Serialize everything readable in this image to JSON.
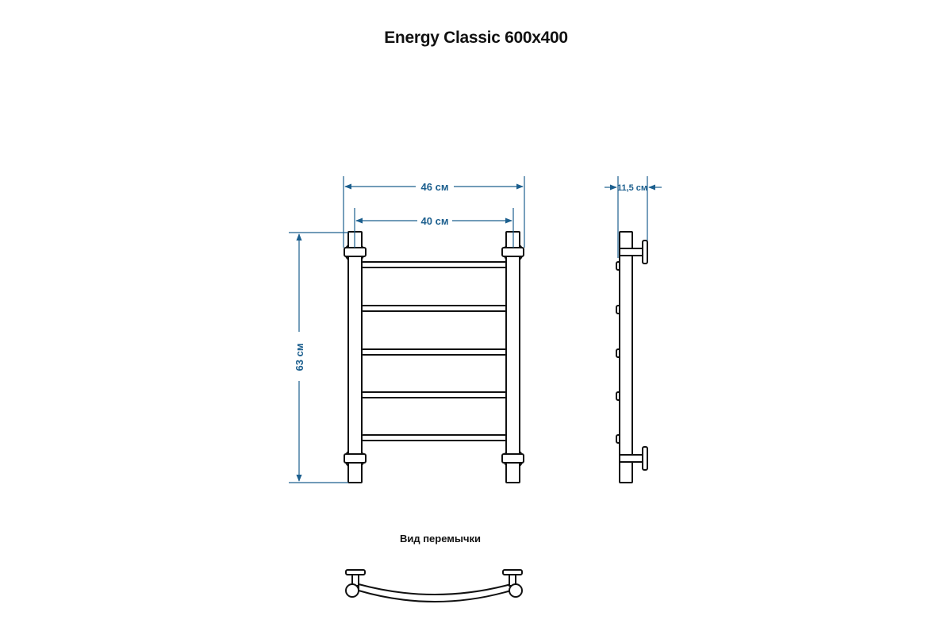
{
  "title": "Energy Classic 600x400",
  "caption": "Вид перемычки",
  "dimensions": {
    "overall_width": "46 см",
    "inner_width": "40 см",
    "height": "63 см",
    "depth": "11,5 см"
  },
  "colors": {
    "dimension": "#1c5f8e",
    "outline": "#111111",
    "background": "#ffffff"
  },
  "rungs": 5
}
